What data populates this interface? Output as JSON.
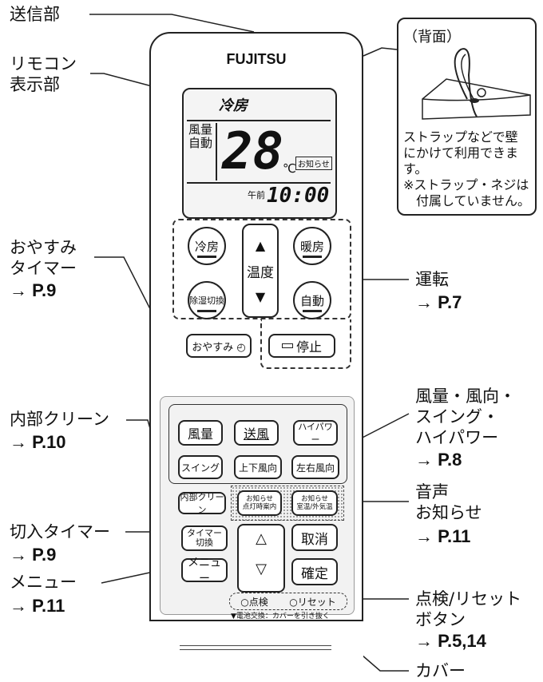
{
  "labels": {
    "transmitter": "送信部",
    "display": "リモコン\n表示部",
    "sleep_timer": "おやすみ\nタイマー",
    "sleep_timer_ref": "→ P.9",
    "operation": "運転",
    "operation_ref": "→ P.7",
    "inner_clean": "内部クリーン",
    "inner_clean_ref": "→ P.10",
    "fan_dir": "風量・風向・\nスイング・\nハイパワー",
    "fan_dir_ref": "→ P.8",
    "voice": "音声\nお知らせ",
    "voice_ref": "→ P.11",
    "off_timer": "切入タイマー",
    "off_timer_ref": "→ P.9",
    "menu": "メニュー",
    "menu_ref": "→ P.11",
    "check_reset": "点検/リセット\nボタン",
    "check_reset_ref": "→ P.5,14",
    "cover": "カバー"
  },
  "inset": {
    "title": "（背面）",
    "caption": "ストラップなどで壁\nにかけて利用できま\nす。",
    "note": "※ストラップ・ネジは\n　付属していません。"
  },
  "remote": {
    "brand": "FUJITSU",
    "lcd": {
      "mode": "冷房",
      "fan_label": "風量\n自動",
      "temp": "28",
      "unit": "℃",
      "notice_badge": "お知らせ",
      "ampm": "午前",
      "time": "10:00"
    },
    "buttons": {
      "cool": "冷房",
      "heat": "暖房",
      "dehumid": "除湿切換",
      "auto": "自動",
      "temp_label": "温度",
      "up": "▲",
      "down": "▼",
      "sleep": "おやすみ ◴",
      "stop": "停止",
      "fan": "風量",
      "blow": "送風",
      "hipower": "ハイパワー",
      "swing": "スイング",
      "updown": "上下風向",
      "leftright": "左右風向",
      "inner_clean": "内部クリーン",
      "notice_light": "お知らせ\n点灯時案内",
      "notice_temp": "お知らせ\n室温/外気温",
      "timer": "タイマー\n切換",
      "menu": "メニュー",
      "up_arrow": "△",
      "down_arrow": "▽",
      "cancel": "取消",
      "confirm": "確定",
      "check": "点検",
      "reset": "リセット",
      "battery_note": "▼電池交換：カバーを引き抜く"
    }
  }
}
